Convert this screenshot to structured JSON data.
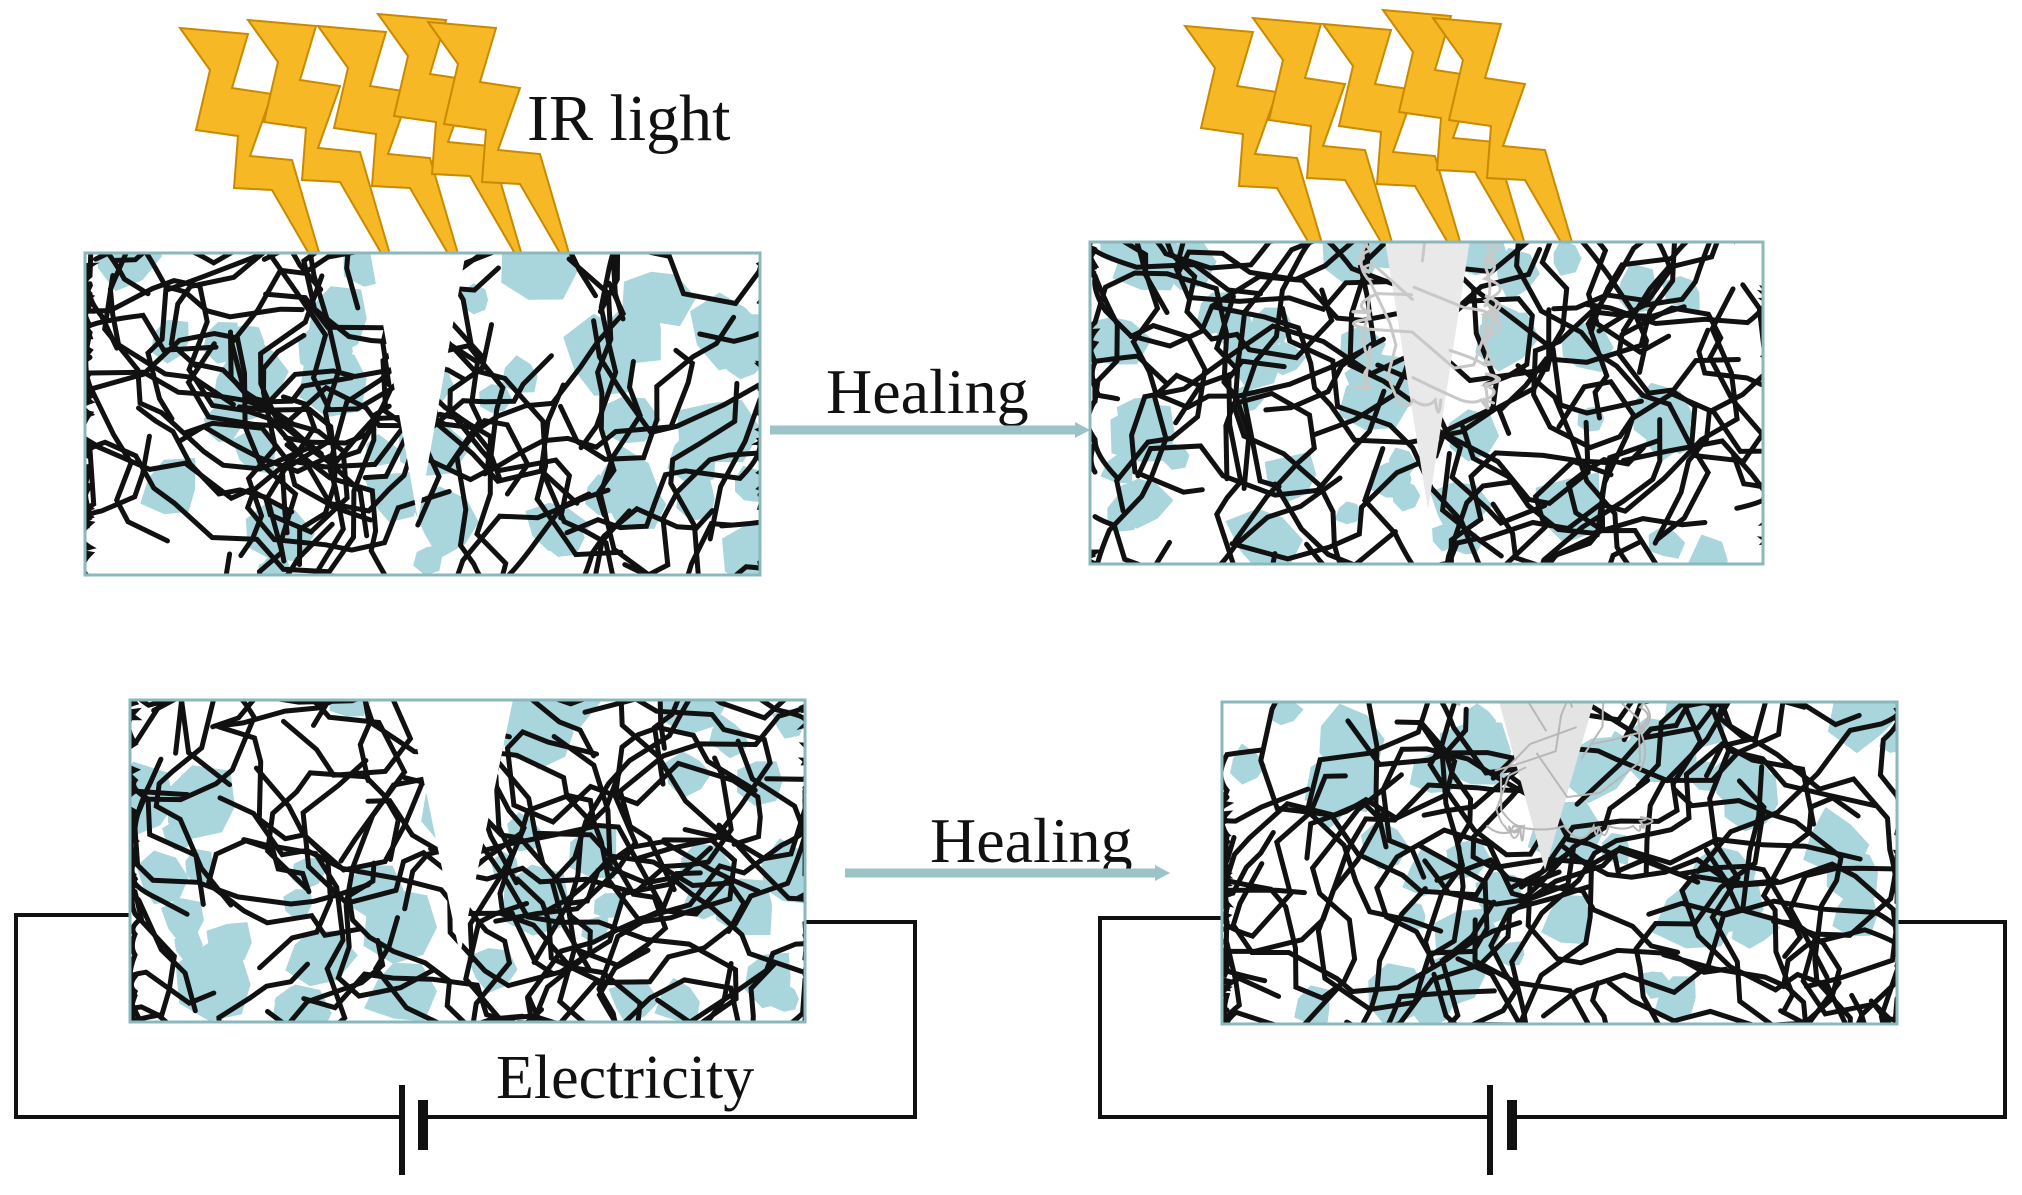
{
  "labels": {
    "ir_light": "IR light",
    "healing_top": "Healing",
    "healing_bottom": "Healing",
    "electricity": "Electricity"
  },
  "colors": {
    "lightning_fill": "#F7B825",
    "lightning_stroke": "#C98A00",
    "particle": "#A9D6DC",
    "box_stroke": "#8AB8BC",
    "fiber": "#111111",
    "healed_gap": "#E4E4E4",
    "arrow": "#9CC3C8",
    "wire": "#111111"
  },
  "icons": {
    "light": "lightning-bolt-icon",
    "power": "battery-icon"
  }
}
